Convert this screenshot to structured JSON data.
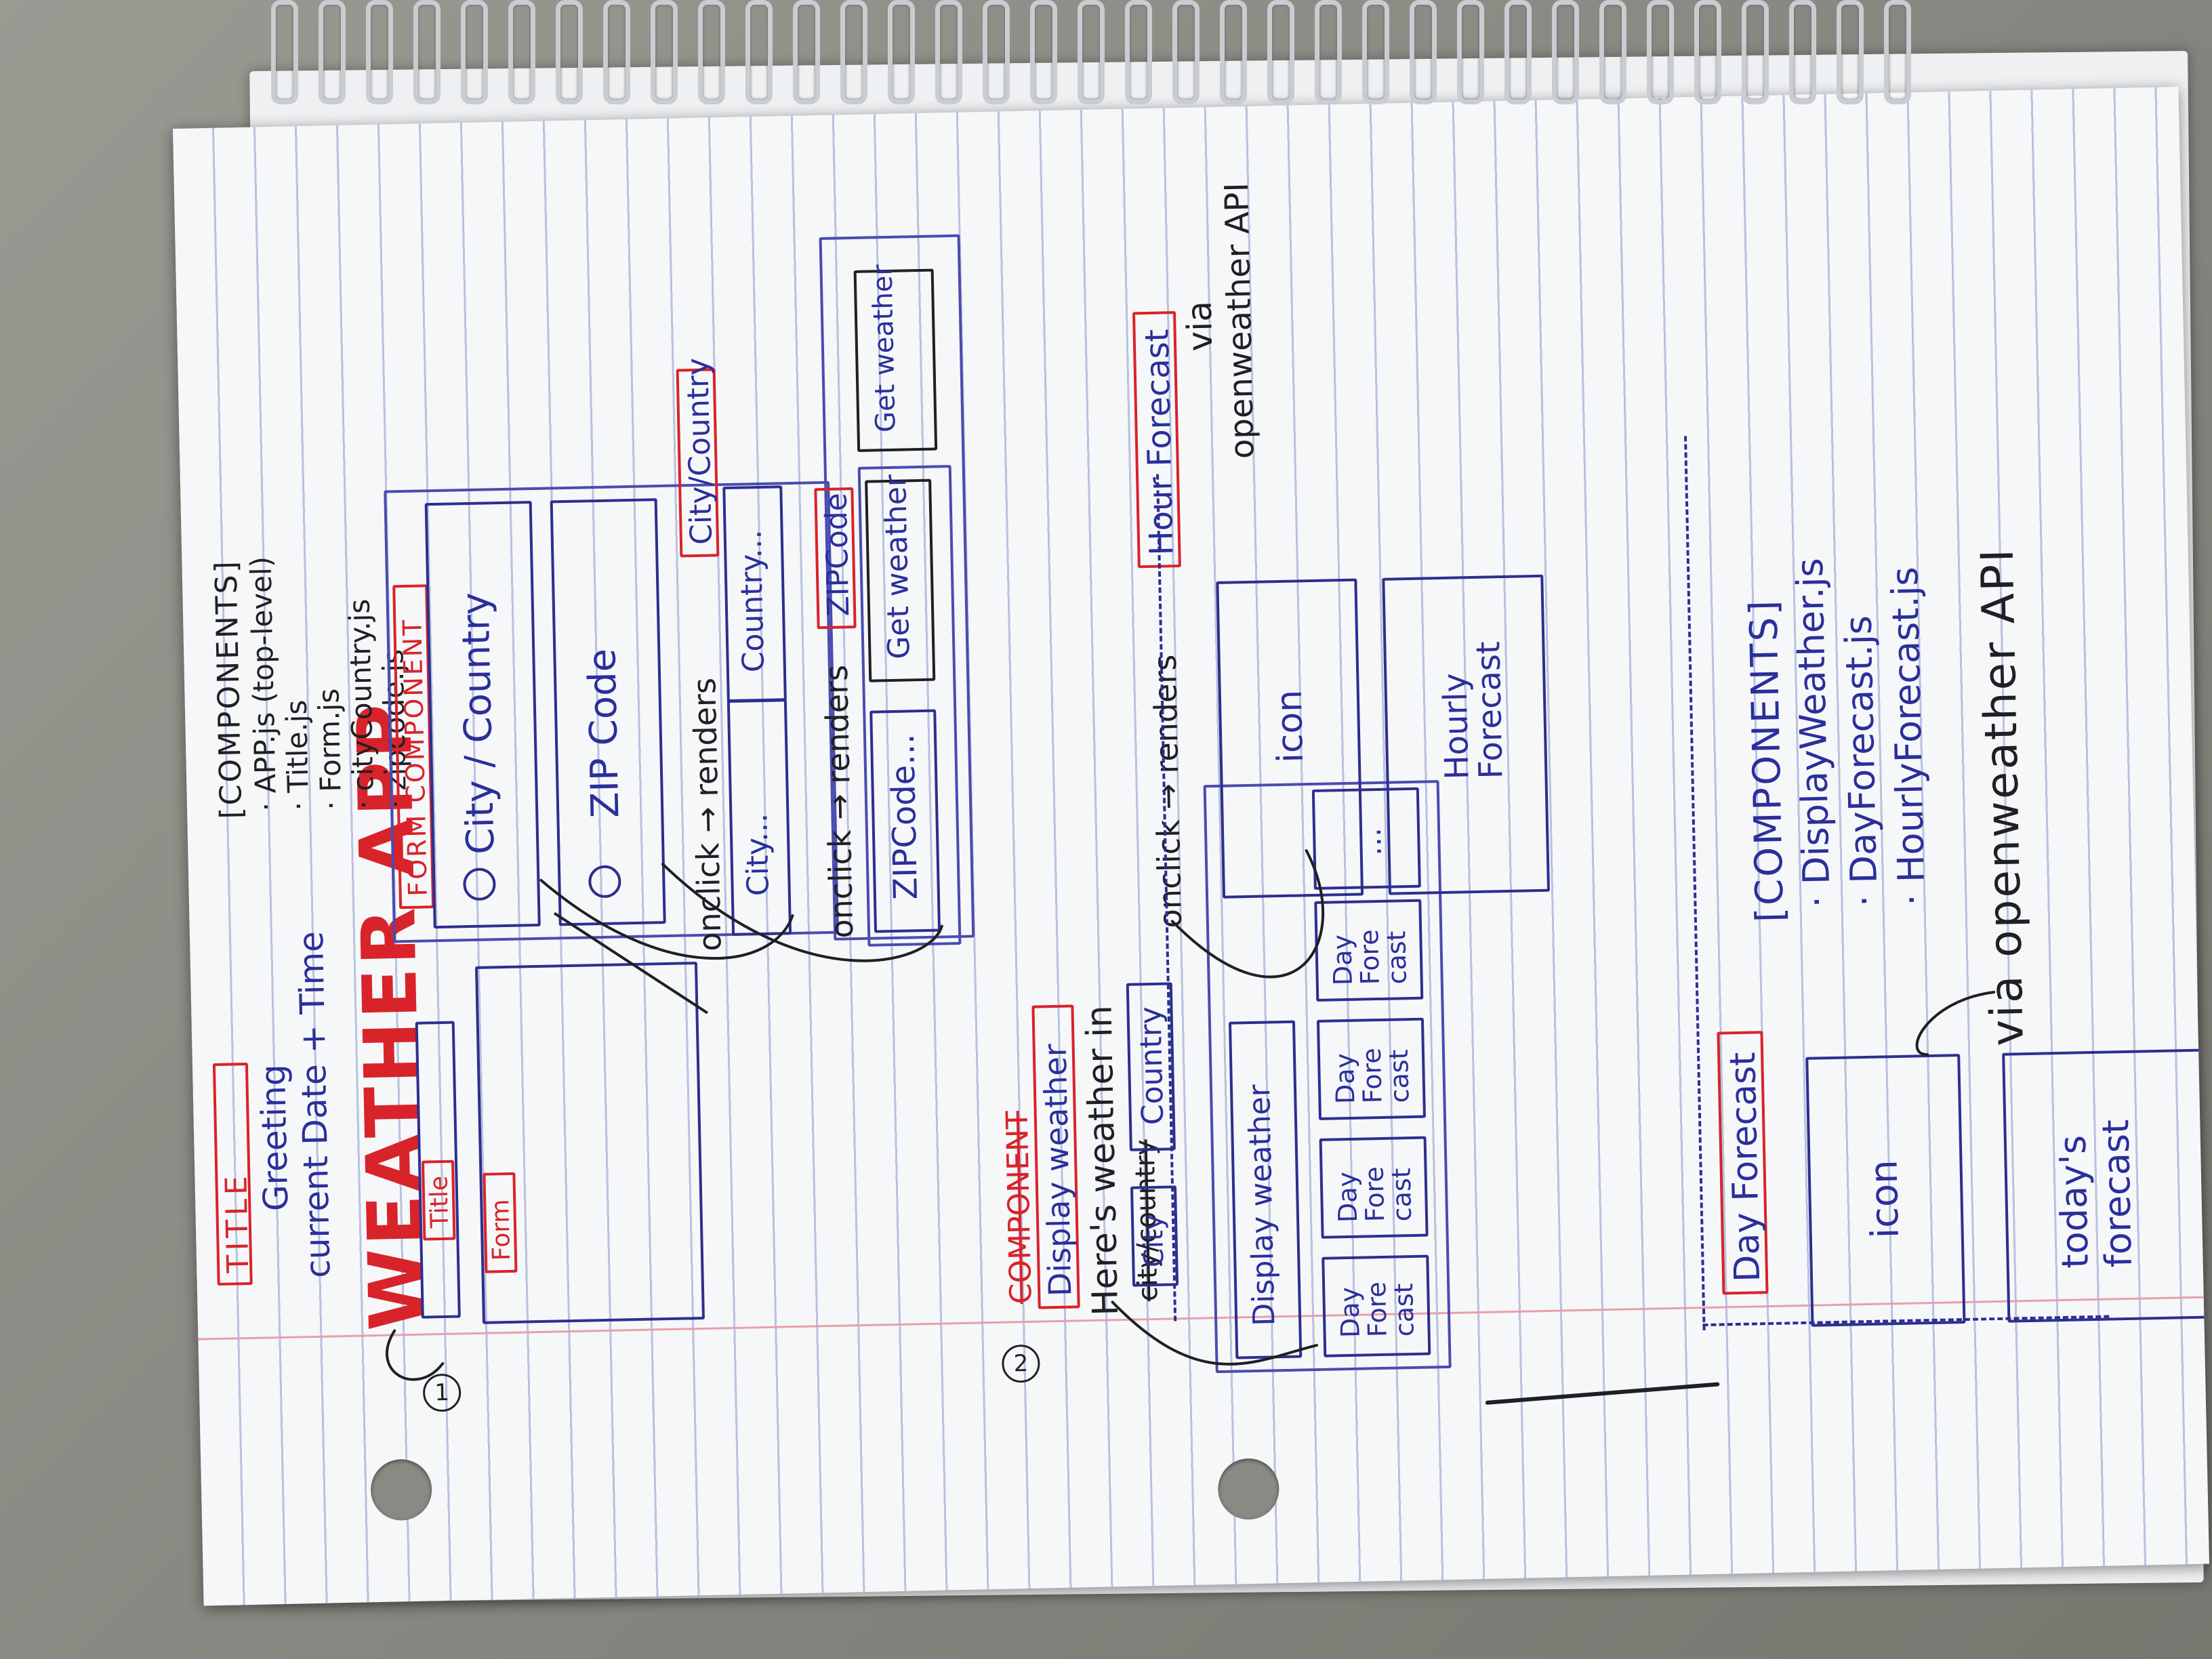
{
  "colors": {
    "blue_ink": "#2a2f9a",
    "red_ink": "#d8232a",
    "black_ink": "#202024",
    "paper": "#f6f7f9",
    "rule_line": "#b8c2df"
  },
  "sketch": {
    "app_title": "WEATHER APP",
    "title_note": {
      "tag": "TITLE",
      "line1": "Greeting",
      "line2": "current Date + Time"
    },
    "components_main": {
      "heading": "[COMPONENTS]",
      "items": [
        "· APP.js (top-level)",
        "· Title.js",
        "· Form.js",
        "· cityCountry.js",
        "· zipcode.js"
      ]
    },
    "step1": {
      "marker": "1",
      "title_box": "Title",
      "form_box": "Form",
      "form_component": "FORM COMPONENT",
      "option_city": "City / Country",
      "option_zip": "ZIP Code",
      "onclick_city": "onclick → renders",
      "city_tag": "City/Country",
      "city_input": "City...",
      "country_input": "Country...",
      "get_weather_city": "Get weather",
      "onclick_zip": "onclick → renders",
      "zip_tag": "ZIPCode",
      "zip_input": "ZIPCode...",
      "get_weather_zip": "Get weather"
    },
    "step2": {
      "marker": "2",
      "struck": "COMPONENT",
      "display_tag": "Display weather",
      "heres_weather": "Here's weather in",
      "struck_word": "city/country",
      "city": "City",
      "country": "Country",
      "display_box": "Display weather",
      "day_forecast_boxes": [
        "Day Fore cast",
        "Day Fore cast",
        "Day Fore cast",
        "Day Fore cast"
      ],
      "ellipsis": "...",
      "onclick_hour": "onclick → renders",
      "hour_tag": "Hour Forecast",
      "via_top": "via",
      "api_top": "openweather API",
      "icon_hour": "icon",
      "hourly_box": "Hourly Forecast"
    },
    "components_display": {
      "heading": "[COMPONENTS]",
      "items": [
        "· DisplayWeather.js",
        "· DayForecast.js",
        "· HourlyForecast.js"
      ],
      "via": "via openweather API"
    },
    "day_forecast": {
      "tag": "Day Forecast",
      "icon": "icon",
      "todays": "today's forecast",
      "via": "via"
    }
  }
}
